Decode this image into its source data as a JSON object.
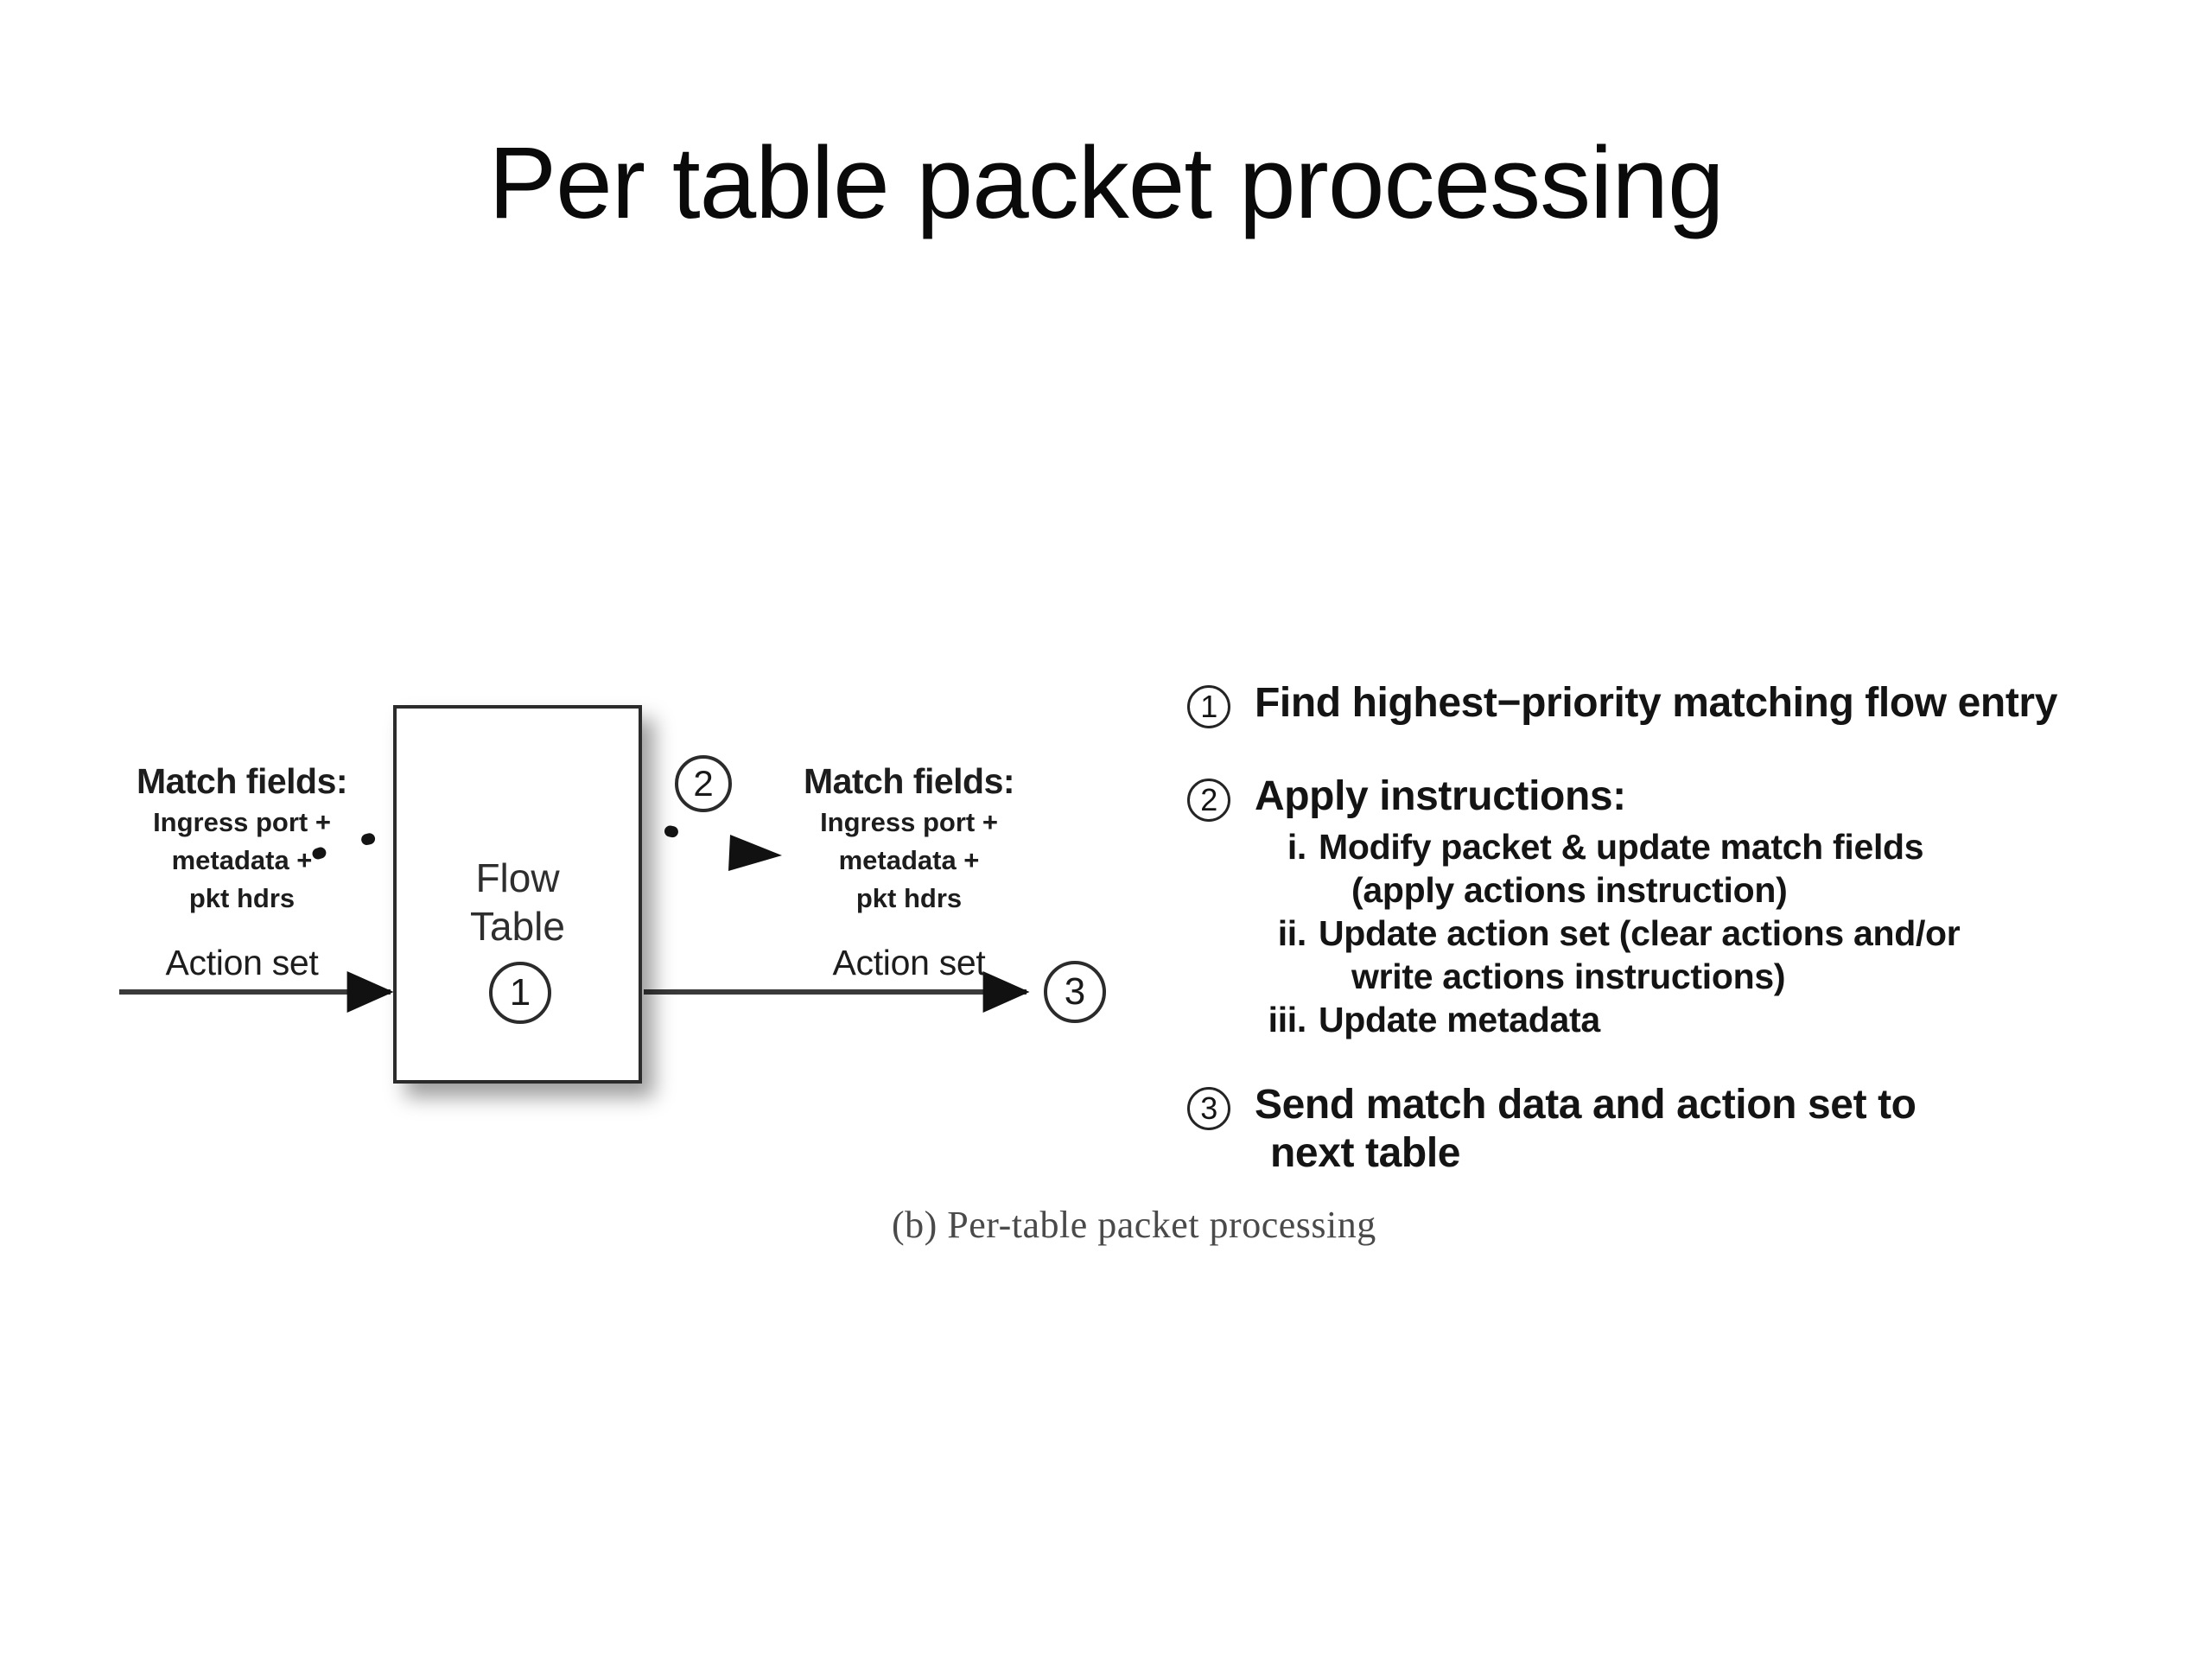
{
  "slide": {
    "title": "Per table packet processing"
  },
  "diagram": {
    "flow_table": {
      "line1": "Flow",
      "line2": "Table",
      "step_badge": "1"
    },
    "badges": {
      "one": "1",
      "two": "2",
      "three": "3"
    },
    "left_fields": {
      "heading": "Match fields:",
      "sub1": "Ingress port +",
      "sub2": "metadata +",
      "sub3": "pkt hdrs",
      "action": "Action set"
    },
    "right_fields": {
      "heading": "Match fields:",
      "sub1": "Ingress port +",
      "sub2": "metadata +",
      "sub3": "pkt hdrs",
      "action": "Action set"
    },
    "caption": "(b) Per-table packet processing"
  },
  "steps": {
    "step1": {
      "marker": "1",
      "text": "Find highest−priority matching flow entry"
    },
    "step2": {
      "marker": "2",
      "text": "Apply instructions:",
      "substeps": [
        {
          "marker": "i.",
          "text": "Modify packet & update match fields",
          "cont": "(apply actions instruction)"
        },
        {
          "marker": "ii.",
          "text": "Update action set (clear actions and/or",
          "cont": "write actions instructions)"
        },
        {
          "marker": "iii.",
          "text": "Update metadata",
          "cont": ""
        }
      ]
    },
    "step3": {
      "marker": "3",
      "text": "Send match data and action set to",
      "cont": "next table"
    }
  },
  "colors": {
    "ink": "#111111",
    "box_border": "#2b2b2b",
    "caption_gray": "#4a4a4a",
    "background": "#ffffff"
  }
}
